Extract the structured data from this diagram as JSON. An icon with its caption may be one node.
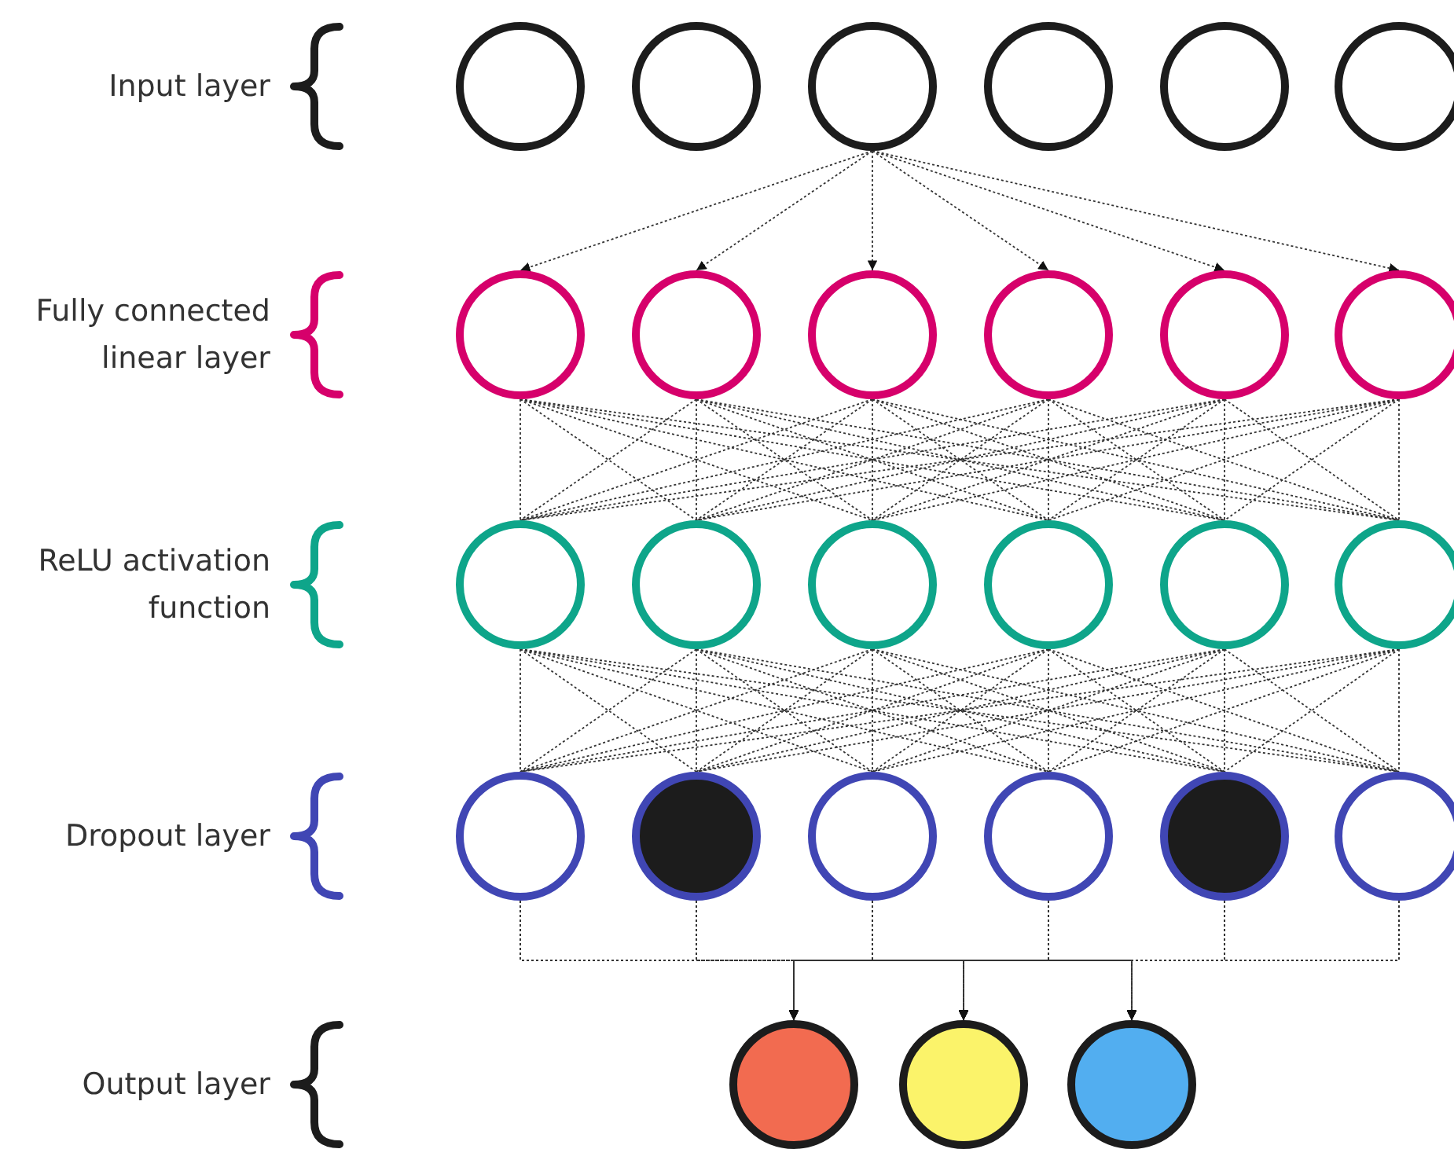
{
  "diagram": {
    "nodes": [
      {
        "text": [],
        "shape": "circle"
      },
      {
        "text": [],
        "shape": "circle"
      },
      {
        "text": [],
        "shape": "circle"
      },
      {
        "text": [],
        "shape": "circle"
      },
      {
        "text": [],
        "shape": "circle"
      },
      {
        "text": [],
        "shape": "circle"
      },
      {
        "text": [],
        "shape": "circle"
      },
      {
        "text": [],
        "shape": "circle"
      },
      {
        "text": [],
        "shape": "circle"
      },
      {
        "text": [],
        "shape": "circle"
      },
      {
        "text": [],
        "shape": "circle"
      },
      {
        "text": [],
        "shape": "circle"
      },
      {
        "text": [],
        "shape": "circle"
      },
      {
        "text": [],
        "shape": "circle"
      },
      {
        "text": [],
        "shape": "circle"
      },
      {
        "text": [],
        "shape": "circle"
      },
      {
        "text": [],
        "shape": "circle"
      },
      {
        "text": [],
        "shape": "circle"
      },
      {
        "text": [],
        "shape": "circle"
      },
      {
        "text": [],
        "shape": "circle"
      },
      {
        "text": [],
        "shape": "circle"
      },
      {
        "text": [],
        "shape": "circle"
      },
      {
        "text": [],
        "shape": "circle"
      },
      {
        "text": [],
        "shape": "circle"
      },
      {
        "text": [],
        "shape": "circle"
      },
      {
        "text": [],
        "shape": "circle"
      },
      {
        "text": [],
        "shape": "circle"
      }
    ],
    "edges": [
      {
        "from": 2,
        "to": 6,
        "arrow": "to"
      },
      {
        "from": 2,
        "to": 7,
        "arrow": "to"
      },
      {
        "from": 2,
        "to": 8,
        "arrow": "to"
      },
      {
        "from": 2,
        "to": 9,
        "arrow": "to"
      },
      {
        "from": 2,
        "to": 10,
        "arrow": "to"
      },
      {
        "from": 2,
        "to": 11,
        "arrow": "to"
      },
      {
        "from": 6,
        "to": 12,
        "arrow": "none"
      },
      {
        "from": 6,
        "to": 13,
        "arrow": "none"
      },
      {
        "from": 6,
        "to": 14,
        "arrow": "none"
      },
      {
        "from": 6,
        "to": 15,
        "arrow": "none"
      },
      {
        "from": 6,
        "to": 16,
        "arrow": "none"
      },
      {
        "from": 6,
        "to": 17,
        "arrow": "none"
      },
      {
        "from": 7,
        "to": 12,
        "arrow": "none"
      },
      {
        "from": 7,
        "to": 13,
        "arrow": "none"
      },
      {
        "from": 7,
        "to": 14,
        "arrow": "none"
      },
      {
        "from": 7,
        "to": 15,
        "arrow": "none"
      },
      {
        "from": 7,
        "to": 16,
        "arrow": "none"
      },
      {
        "from": 7,
        "to": 17,
        "arrow": "none"
      },
      {
        "from": 8,
        "to": 12,
        "arrow": "none"
      },
      {
        "from": 8,
        "to": 13,
        "arrow": "none"
      },
      {
        "from": 8,
        "to": 14,
        "arrow": "none"
      },
      {
        "from": 8,
        "to": 15,
        "arrow": "none"
      },
      {
        "from": 8,
        "to": 16,
        "arrow": "none"
      },
      {
        "from": 8,
        "to": 17,
        "arrow": "none"
      },
      {
        "from": 9,
        "to": 12,
        "arrow": "none"
      },
      {
        "from": 9,
        "to": 13,
        "arrow": "none"
      },
      {
        "from": 9,
        "to": 14,
        "arrow": "none"
      },
      {
        "from": 9,
        "to": 15,
        "arrow": "none"
      },
      {
        "from": 9,
        "to": 16,
        "arrow": "none"
      },
      {
        "from": 9,
        "to": 17,
        "arrow": "none"
      },
      {
        "from": 10,
        "to": 12,
        "arrow": "none"
      },
      {
        "from": 10,
        "to": 13,
        "arrow": "none"
      },
      {
        "from": 10,
        "to": 14,
        "arrow": "none"
      },
      {
        "from": 10,
        "to": 15,
        "arrow": "none"
      },
      {
        "from": 10,
        "to": 16,
        "arrow": "none"
      },
      {
        "from": 10,
        "to": 17,
        "arrow": "none"
      },
      {
        "from": 11,
        "to": 12,
        "arrow": "none"
      },
      {
        "from": 11,
        "to": 13,
        "arrow": "none"
      },
      {
        "from": 11,
        "to": 14,
        "arrow": "none"
      },
      {
        "from": 11,
        "to": 15,
        "arrow": "none"
      },
      {
        "from": 11,
        "to": 16,
        "arrow": "none"
      },
      {
        "from": 11,
        "to": 17,
        "arrow": "none"
      },
      {
        "from": 12,
        "to": 18,
        "arrow": "none"
      },
      {
        "from": 12,
        "to": 19,
        "arrow": "none"
      },
      {
        "from": 12,
        "to": 20,
        "arrow": "none"
      },
      {
        "from": 12,
        "to": 21,
        "arrow": "none"
      },
      {
        "from": 12,
        "to": 22,
        "arrow": "none"
      },
      {
        "from": 12,
        "to": 23,
        "arrow": "none"
      },
      {
        "from": 13,
        "to": 18,
        "arrow": "none"
      },
      {
        "from": 13,
        "to": 19,
        "arrow": "none"
      },
      {
        "from": 13,
        "to": 20,
        "arrow": "none"
      },
      {
        "from": 13,
        "to": 21,
        "arrow": "none"
      },
      {
        "from": 13,
        "to": 22,
        "arrow": "none"
      },
      {
        "from": 13,
        "to": 23,
        "arrow": "none"
      },
      {
        "from": 14,
        "to": 18,
        "arrow": "none"
      },
      {
        "from": 14,
        "to": 19,
        "arrow": "none"
      },
      {
        "from": 14,
        "to": 20,
        "arrow": "none"
      },
      {
        "from": 14,
        "to": 21,
        "arrow": "none"
      },
      {
        "from": 14,
        "to": 22,
        "arrow": "none"
      },
      {
        "from": 14,
        "to": 23,
        "arrow": "none"
      },
      {
        "from": 15,
        "to": 18,
        "arrow": "none"
      },
      {
        "from": 15,
        "to": 19,
        "arrow": "none"
      },
      {
        "from": 15,
        "to": 20,
        "arrow": "none"
      },
      {
        "from": 15,
        "to": 21,
        "arrow": "none"
      },
      {
        "from": 15,
        "to": 22,
        "arrow": "none"
      },
      {
        "from": 15,
        "to": 23,
        "arrow": "none"
      },
      {
        "from": 16,
        "to": 18,
        "arrow": "none"
      },
      {
        "from": 16,
        "to": 19,
        "arrow": "none"
      },
      {
        "from": 16,
        "to": 20,
        "arrow": "none"
      },
      {
        "from": 16,
        "to": 21,
        "arrow": "none"
      },
      {
        "from": 16,
        "to": 22,
        "arrow": "none"
      },
      {
        "from": 16,
        "to": 23,
        "arrow": "none"
      },
      {
        "from": 17,
        "to": 18,
        "arrow": "none"
      },
      {
        "from": 17,
        "to": 19,
        "arrow": "none"
      },
      {
        "from": 17,
        "to": 20,
        "arrow": "none"
      },
      {
        "from": 17,
        "to": 21,
        "arrow": "none"
      },
      {
        "from": 17,
        "to": 22,
        "arrow": "none"
      },
      {
        "from": 17,
        "to": 23,
        "arrow": "none"
      },
      {
        "from": 18,
        "to": 24,
        "arrow": "to"
      },
      {
        "from": 18,
        "to": 25,
        "arrow": "to"
      },
      {
        "from": 18,
        "to": 26,
        "arrow": "to"
      },
      {
        "from": 19,
        "to": 24,
        "arrow": "to"
      },
      {
        "from": 19,
        "to": 25,
        "arrow": "to"
      },
      {
        "from": 19,
        "to": 26,
        "arrow": "to"
      },
      {
        "from": 20,
        "to": 24,
        "arrow": "to"
      },
      {
        "from": 20,
        "to": 25,
        "arrow": "to"
      },
      {
        "from": 20,
        "to": 26,
        "arrow": "to"
      },
      {
        "from": 21,
        "to": 24,
        "arrow": "to"
      },
      {
        "from": 21,
        "to": 25,
        "arrow": "to"
      },
      {
        "from": 21,
        "to": 26,
        "arrow": "to"
      },
      {
        "from": 22,
        "to": 24,
        "arrow": "to"
      },
      {
        "from": 22,
        "to": 25,
        "arrow": "to"
      },
      {
        "from": 22,
        "to": 26,
        "arrow": "to"
      },
      {
        "from": 23,
        "to": 24,
        "arrow": "to"
      },
      {
        "from": 23,
        "to": 25,
        "arrow": "to"
      },
      {
        "from": 23,
        "to": 26,
        "arrow": "to"
      }
    ],
    "labels": [
      "Input layer",
      "Fully connected linear layer",
      "ReLU activation function",
      "Dropout layer",
      "Output layer"
    ]
  }
}
